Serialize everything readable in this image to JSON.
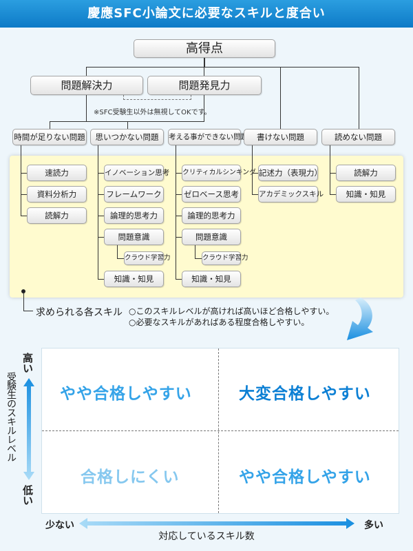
{
  "header": {
    "title": "慶應SFC小論文に必要なスキルと度合い"
  },
  "tree": {
    "root": "高得点",
    "level2": [
      "問題解決力",
      "問題発見力"
    ],
    "note": "※SFC受験生以外は無視してOKです。",
    "problems": [
      "時間が足りない問題",
      "思いつかない問題",
      "考える事ができない問題",
      "書けない問題",
      "読めない問題"
    ],
    "skills": {
      "col1": [
        "速読力",
        "資料分析力",
        "読解力"
      ],
      "col2": [
        "イノベーション思考",
        "フレームワーク",
        "論理的思考力",
        "問題意識",
        "クラウド学習力",
        "知識・知見"
      ],
      "col3": [
        "クリティカルシンキング",
        "ゼロベース思考",
        "論理的思考力",
        "問題意識",
        "クラウド学習力",
        "知識・知見"
      ],
      "col4": [
        "記述力（表現力）",
        "アカデミックスキル"
      ],
      "col5": [
        "読解力",
        "知識・知見"
      ]
    }
  },
  "legend": {
    "label": "求められる各スキル",
    "line1": "○このスキルレベルが高ければ高いほど合格しやすい。",
    "line2": "○必要なスキルがあればある程度合格しやすい。"
  },
  "matrix": {
    "y_title": "受験生のスキルレベル",
    "y_high": "高い",
    "y_low": "低い",
    "x_title": "対応しているスキル数",
    "x_low": "少ない",
    "x_high": "多い",
    "q_top_left": "やや合格しやすい",
    "q_top_right": "大変合格しやすい",
    "q_bottom_left": "合格しにくい",
    "q_bottom_right": "やや合格しやすい"
  },
  "colors": {
    "header": "#1588d4",
    "quadrant_medium": "#34a3e8",
    "quadrant_strong": "#0b7fd4",
    "quadrant_weak": "#86c8ef",
    "panel": "#fffbcf"
  }
}
